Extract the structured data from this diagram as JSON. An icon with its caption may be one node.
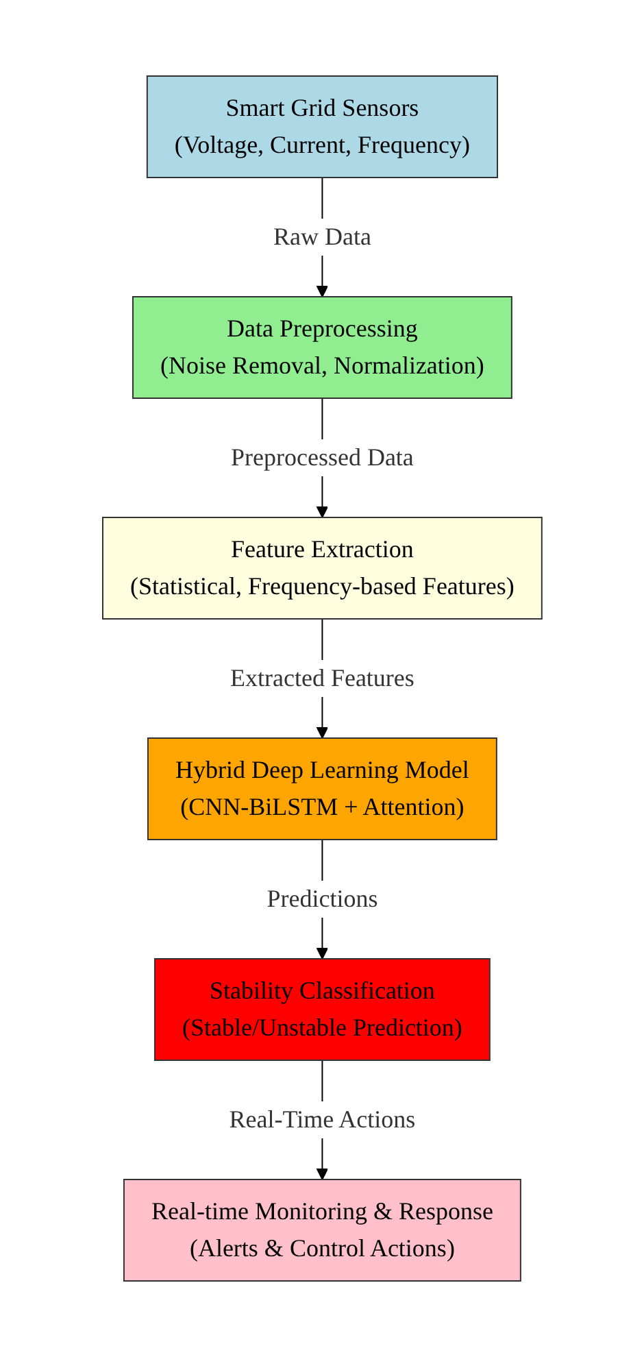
{
  "diagram": {
    "nodes": [
      {
        "text": [
          "Smart Grid Sensors",
          "(Voltage, Current, Frequency)"
        ]
      },
      {
        "text": [
          "Data Preprocessing",
          "(Noise Removal, Normalization)"
        ]
      },
      {
        "text": [
          "Feature Extraction",
          "(Statistical, Frequency-based Features)"
        ]
      },
      {
        "text": [
          "Hybrid Deep Learning Model",
          "(CNN-BiLSTM + Attention)"
        ]
      },
      {
        "text": [
          "Stability Classification",
          "(Stable/Unstable Prediction)"
        ]
      },
      {
        "text": [
          "Real-time Monitoring & Response",
          "(Alerts & Control Actions)"
        ]
      }
    ],
    "edges": [
      {
        "from": 0,
        "to": 1,
        "arrow": "to",
        "label": "Raw Data"
      },
      {
        "from": 1,
        "to": 2,
        "arrow": "to",
        "label": "Preprocessed Data"
      },
      {
        "from": 2,
        "to": 3,
        "arrow": "to",
        "label": "Extracted Features"
      },
      {
        "from": 3,
        "to": 4,
        "arrow": "to",
        "label": "Predictions"
      },
      {
        "from": 4,
        "to": 5,
        "arrow": "to",
        "label": "Real-Time Actions"
      }
    ]
  }
}
